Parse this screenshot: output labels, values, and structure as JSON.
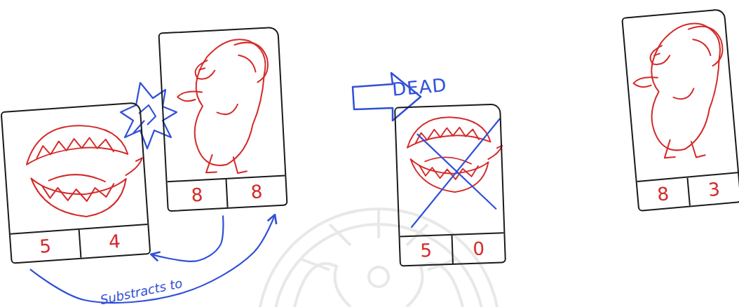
{
  "diagram": {
    "nodes": [
      {
        "text": [
          "5",
          "4"
        ]
      },
      {
        "text": [
          "8",
          "8"
        ]
      },
      {
        "text": [
          "DEAD",
          "5",
          "0"
        ]
      },
      {
        "text": [
          "8",
          "3"
        ]
      }
    ],
    "edges": [
      {
        "from": 1,
        "to": 0,
        "arrow": "to"
      },
      {
        "from": 0,
        "to": 1,
        "arrow": "to",
        "label": "Substracts to"
      }
    ]
  }
}
